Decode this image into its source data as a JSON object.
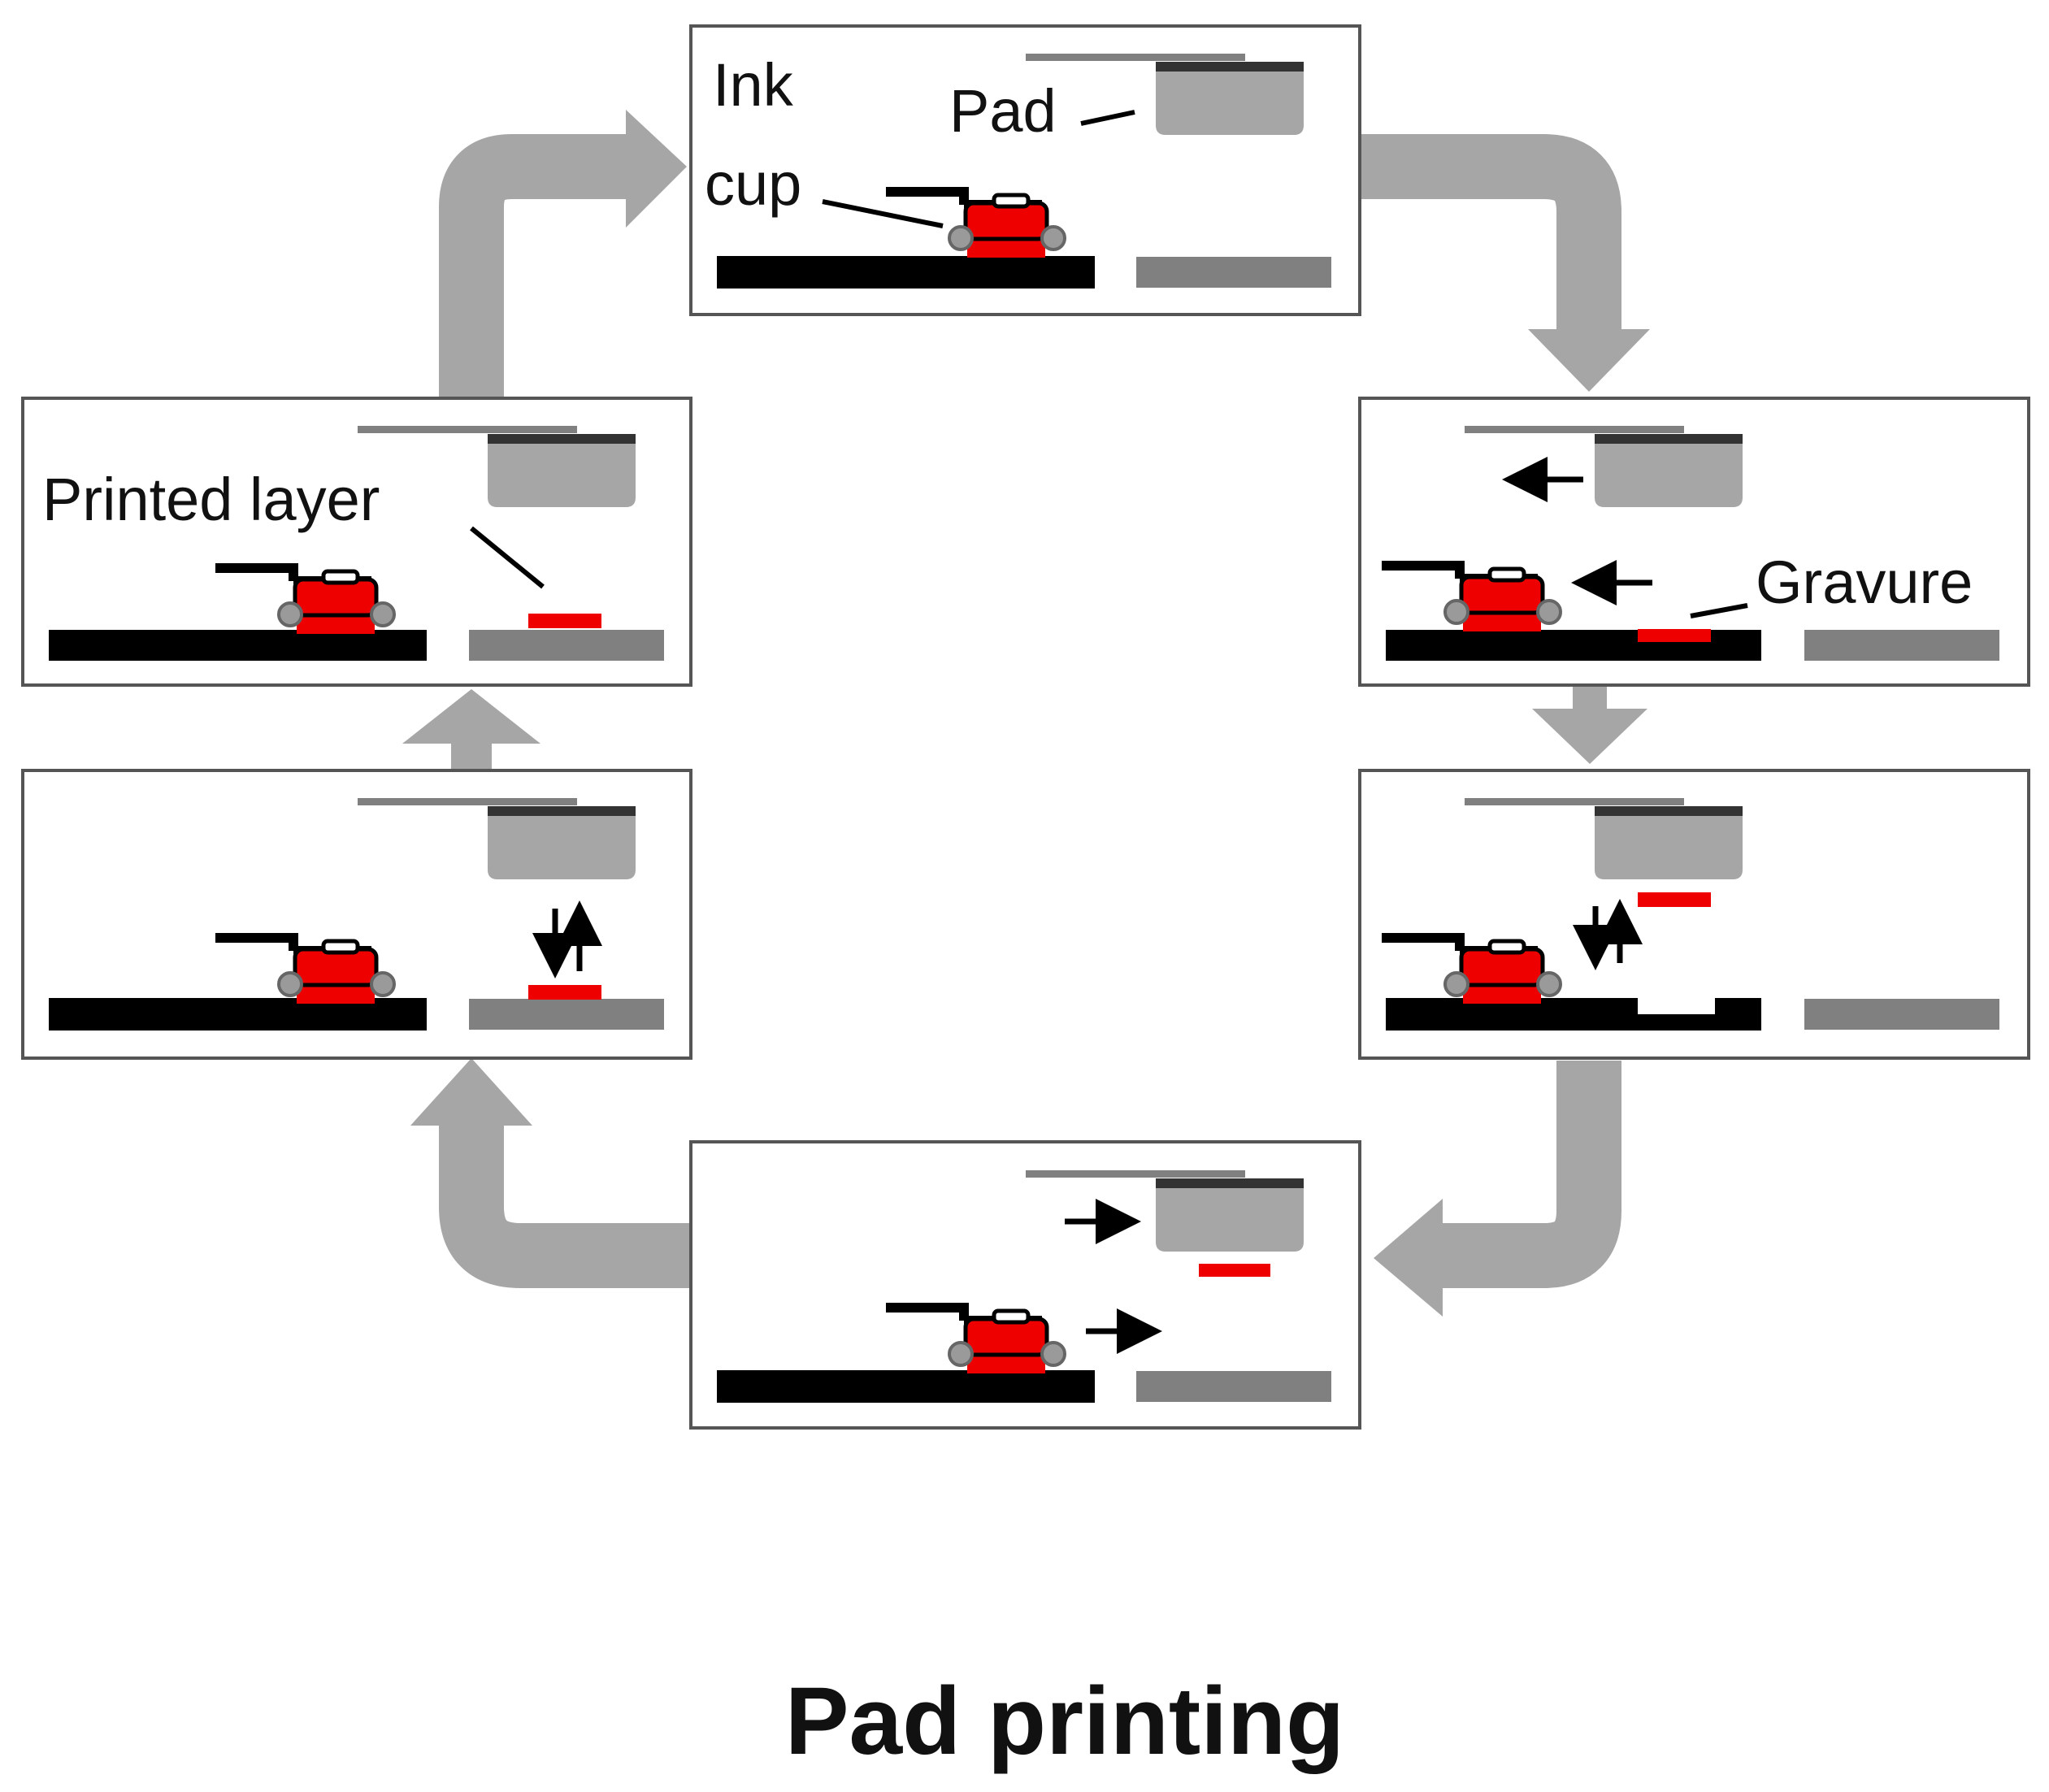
{
  "title": "Pad printing",
  "labels": {
    "ink": "Ink",
    "cup": "cup",
    "pad": "Pad",
    "printed_layer": "Printed layer",
    "gravure": "Gravure"
  },
  "colors": {
    "ink": "#ee0000",
    "flow_arrow": "#a6a6a6",
    "pad": "#a6a6a6",
    "cliche": "#000000",
    "substrate": "#808080"
  }
}
